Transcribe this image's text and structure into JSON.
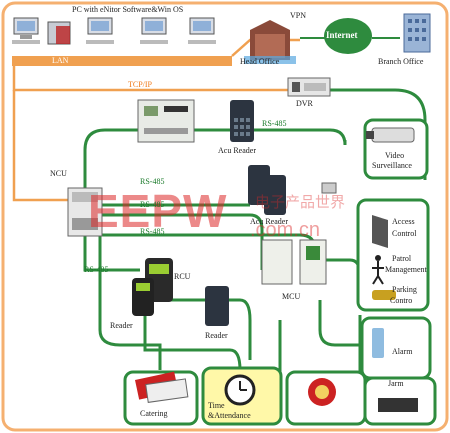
{
  "labels": {
    "pc_software": "PC with eNitor Software&Win OS",
    "vpn": "VPN",
    "internet": "Internet",
    "head_office": "Head Office",
    "branch_office": "Branch Office",
    "lan": "LAN",
    "tcpip": "TCP/IP",
    "dvr": "DVR",
    "rs485_top": "RS-485",
    "acu_reader_top": "Acu Reader",
    "ncu": "NCU",
    "rs485_a": "RS-485",
    "rs485_b": "RS-485",
    "rs485_c": "RS-485",
    "rs485_d": "RS-485",
    "acu_reader_mid": "Acu Reader",
    "rcu": "RCU",
    "reader_left": "Reader",
    "reader_mid": "Reader",
    "mcu": "MCU",
    "video_surveillance_1": "Video",
    "video_surveillance_2": "Surveillance",
    "access_control_1": "Access",
    "access_control_2": "Control",
    "patrol_1": "Patrol",
    "patrol_2": "Management",
    "parking_1": "Parking",
    "parking_2": "Contro",
    "alarm": "Alarm",
    "alarm2": "Jarm",
    "catering": "Catering",
    "time_attendance_1": "Time",
    "time_attendance_2": "&Attendance",
    "watermark": "EEPW",
    "watermark_domain": ".com.cn",
    "watermark_cn": "电子产品世界"
  },
  "colors": {
    "green_line": "#2e8b3e",
    "orange_line": "#f0a050",
    "border_orange": "#f5b070"
  }
}
